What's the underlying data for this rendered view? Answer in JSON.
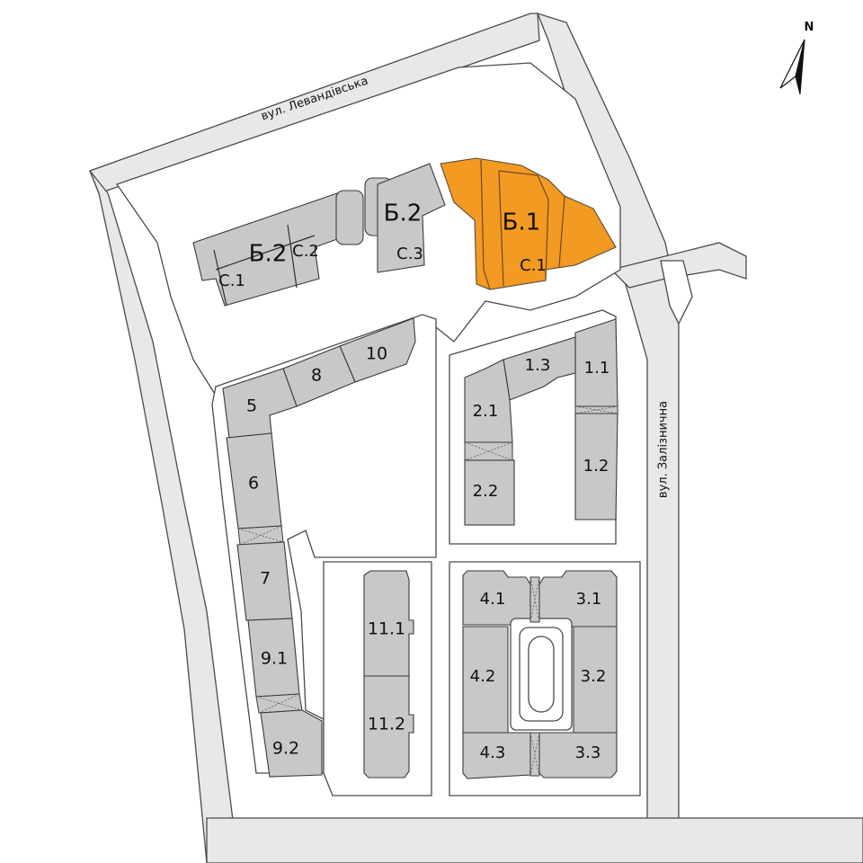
{
  "colors": {
    "building": "#c8c8c8",
    "selected": "#f39a22",
    "road": "#e8e8e8",
    "outline": "#3a3a3a"
  },
  "compass": {
    "label": "N",
    "icon": "north-arrow-icon"
  },
  "streets": {
    "levandivska": "вул. Левандівська",
    "zaliznychna": "вул. Залізнична"
  },
  "buildings": {
    "b1": {
      "label": "Б.1",
      "section": "С.1",
      "selected": true
    },
    "b2_west": {
      "label": "Б.2",
      "section1": "С.1",
      "section2": "С.2"
    },
    "b2_east": {
      "label": "Б.2",
      "section": "С.3"
    },
    "s5": "5",
    "s6": "6",
    "s7": "7",
    "s8": "8",
    "s10": "10",
    "s91": "9.1",
    "s92": "9.2",
    "s111": "11.1",
    "s112": "11.2",
    "s11": "1.1",
    "s12": "1.2",
    "s13": "1.3",
    "s21": "2.1",
    "s22": "2.2",
    "s31": "3.1",
    "s32": "3.2",
    "s33": "3.3",
    "s41": "4.1",
    "s42": "4.2",
    "s43": "4.3"
  }
}
